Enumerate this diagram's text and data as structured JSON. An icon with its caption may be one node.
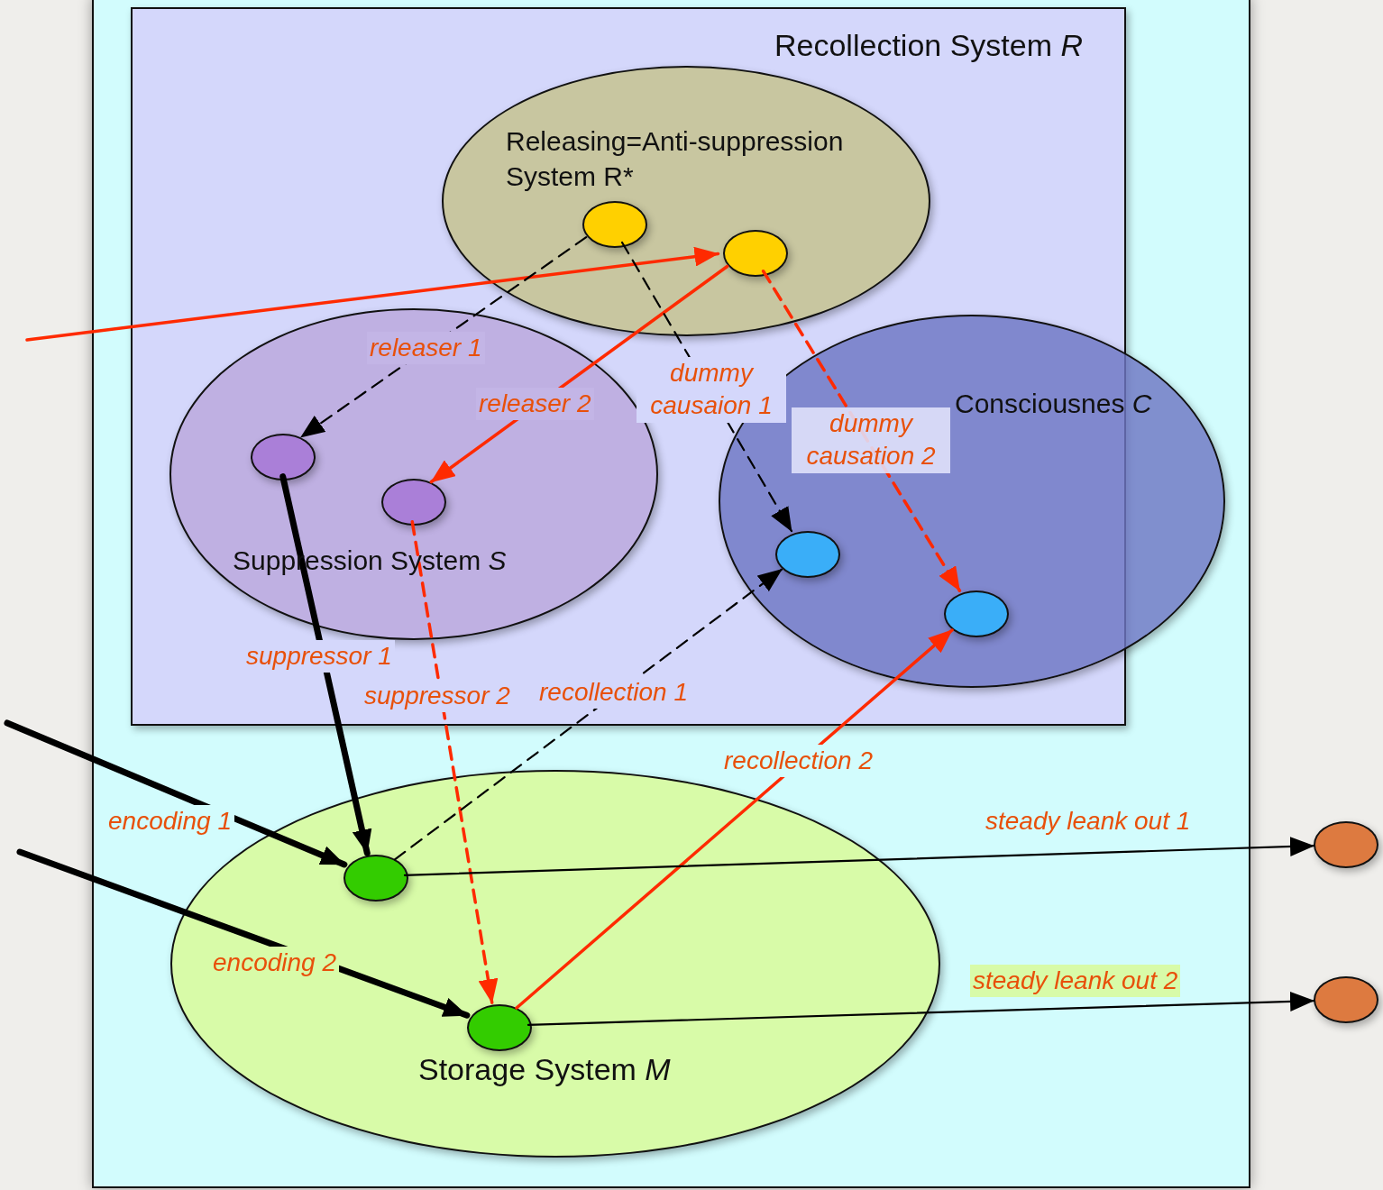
{
  "diagram": {
    "nodes": [
      {
        "text": [],
        "shape": "box"
      },
      {
        "text": [
          "Recollection System *R*"
        ],
        "in": 0
      },
      {
        "text": [
          "Releasing=Anti-suppression System R*"
        ],
        "in": 1
      },
      {
        "text": [],
        "shape": "circle",
        "in": 2
      },
      {
        "text": [],
        "shape": "circle",
        "in": 2
      },
      {
        "text": [
          "Suppression System *S*"
        ],
        "in": 1
      },
      {
        "text": [],
        "shape": "circle",
        "in": 5
      },
      {
        "text": [],
        "shape": "circle",
        "in": 5
      },
      {
        "text": [
          "Consciousnes *C*"
        ],
        "in": 0
      },
      {
        "text": [],
        "shape": "circle",
        "in": 8
      },
      {
        "text": [],
        "shape": "circle",
        "in": 8
      },
      {
        "text": [
          "Storage System *M*"
        ],
        "in": 0
      },
      {
        "text": [],
        "shape": "circle",
        "in": 11
      },
      {
        "text": [],
        "shape": "circle",
        "in": 11
      },
      {
        "text": [],
        "shape": "circle"
      },
      {
        "text": [],
        "shape": "circle"
      }
    ],
    "edges": [
      {
        "from": null,
        "to": 4,
        "arrow": "to",
        "color": "#ff2a00"
      },
      {
        "from": 3,
        "to": 6,
        "arrow": "to",
        "label": "releaser 1",
        "style": "dashed"
      },
      {
        "from": 4,
        "to": 7,
        "arrow": "to",
        "label": "releaser 2",
        "color": "#ff2a00"
      },
      {
        "from": 3,
        "to": 9,
        "arrow": "to",
        "label": "dummy causaion 1",
        "style": "dashed"
      },
      {
        "from": 4,
        "to": 10,
        "arrow": "to",
        "label": "dummy causation 2",
        "style": "dashed",
        "color": "#ff2a00"
      },
      {
        "from": 6,
        "to": 12,
        "arrow": "to",
        "label": "suppressor 1",
        "style": "thick"
      },
      {
        "from": 7,
        "to": 13,
        "arrow": "to",
        "label": "suppressor 2",
        "style": "dashed",
        "color": "#ff2a00"
      },
      {
        "from": 12,
        "to": 9,
        "arrow": "to",
        "label": "recollection 1",
        "style": "dashed"
      },
      {
        "from": 13,
        "to": 10,
        "arrow": "to",
        "label": "recollection 2",
        "color": "#ff2a00"
      },
      {
        "from": null,
        "to": 12,
        "arrow": "to",
        "label": "encoding 1",
        "style": "thick"
      },
      {
        "from": null,
        "to": 13,
        "arrow": "to",
        "label": "encoding 2",
        "style": "thick"
      },
      {
        "from": 12,
        "to": 14,
        "arrow": "to",
        "label": "steady leank out 1"
      },
      {
        "from": 13,
        "to": 15,
        "arrow": "to",
        "label": "steady leank out 2"
      }
    ]
  }
}
